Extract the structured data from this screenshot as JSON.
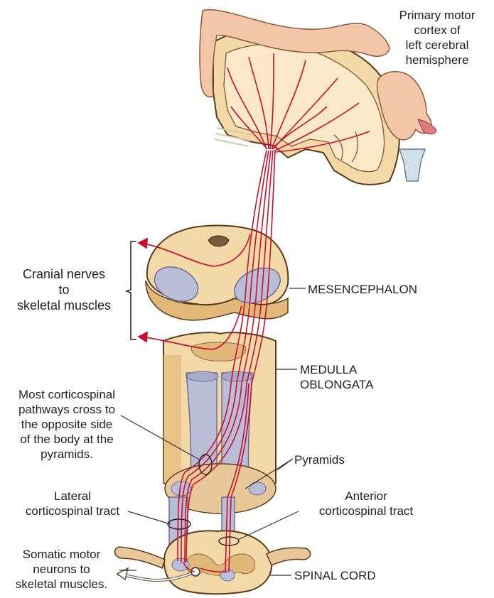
{
  "colors": {
    "tissue": "#f4d9a8",
    "tissue_dark": "#e2b878",
    "outline": "#5a3a1a",
    "tract": "#b9bdd8",
    "tract_dark": "#8e93b8",
    "nerve": "#c8102e",
    "skin": "#f2c6a6"
  },
  "labels": {
    "motor_cortex": [
      "Primary motor",
      "cortex of",
      "left cerebral",
      "hemisphere"
    ],
    "cranial_nerves": [
      "Cranial nerves",
      "to",
      "skeletal muscles"
    ],
    "mesencephalon": "MESENCEPHALON",
    "medulla": [
      "MEDULLA",
      "OBLONGATA"
    ],
    "cross_note": [
      "Most corticospinal",
      "pathways cross to",
      "the opposite side",
      "of the body at the",
      "pyramids."
    ],
    "pyramids": "Pyramids",
    "lateral_tract": [
      "Lateral",
      "corticospinal tract"
    ],
    "anterior_tract": [
      "Anterior",
      "corticospinal tract"
    ],
    "somatic_neurons": [
      "Somatic motor",
      "neurons to",
      "skeletal muscles."
    ],
    "spinal_cord": "SPINAL CORD"
  }
}
